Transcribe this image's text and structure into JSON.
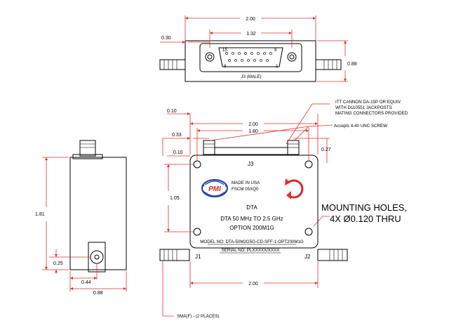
{
  "top_view": {
    "width_dim": "2.00",
    "connector_dim": "1.32",
    "offset_dim": "0.30",
    "height_dim": "0.88",
    "pin_numbers": [
      "15",
      "9",
      "8",
      "1"
    ],
    "connector_label": "J3 (MALE)"
  },
  "front_view": {
    "dim_top_gap": "0.10",
    "dim_width": "2.00",
    "dim_inner": "1.80",
    "dim_left_offset": "0.33",
    "dim_hole_offset": "0.10",
    "dim_right_offset": "0.27",
    "dim_hole_spacing": "1.05",
    "dim_bottom_width": "2.00",
    "j3_label": "J3",
    "j1_label": "J1",
    "j2_label": "J2",
    "logo_text": "PMI",
    "made_in": "MADE IN USA",
    "fscm": "FSCM 05XQ0",
    "product_title": "DTA",
    "product_desc": "DTA 50 MHz TO 2.5 GHz",
    "option": "OPTION 200M1G",
    "model_no": "MODEL NO: DTA-50M2G5G-CD-SFF-1-OPT200M1G",
    "serial_no": "SERIAL NO: PLXXXXX/XXXX"
  },
  "notes": {
    "connector_note_1": "ITT CANNON DA-15P OR EQUIV.",
    "connector_note_2": "WITH D110551 JACKPOSTS",
    "connector_note_3": "MATING CONNECTORS PROVIDED",
    "screw_note": "Accepts 4-40 UNC SCREW",
    "mounting_1": "MOUNTING HOLES,",
    "mounting_2": "4X Ø0.120 THRU",
    "sma_note": "SMA(F) - (2 PLACES)"
  },
  "side_view": {
    "height_dim": "1.81",
    "conn_height_dim": "0.25",
    "conn_offset_dim": "0.44",
    "width_dim": "0.88"
  },
  "colors": {
    "dimension_lines": "#e0312b",
    "logo_blue": "#1f3fa8",
    "logo_red": "#d22a2a",
    "outline": "#000000"
  }
}
